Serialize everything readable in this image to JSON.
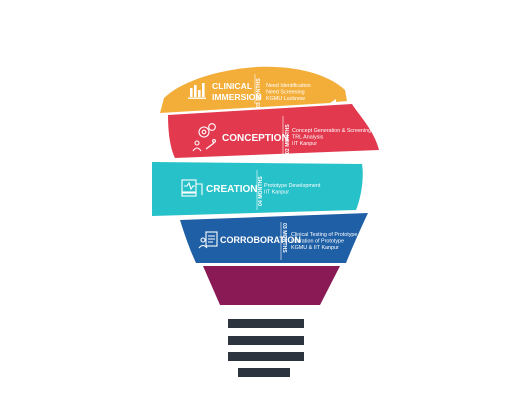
{
  "colors": {
    "immersion": "#f3ae3a",
    "conception": "#e2394e",
    "creation": "#26c1c9",
    "corroboration": "#1f5fa5",
    "neck": "#8a1a55",
    "base": "#2c3440"
  },
  "stages": [
    {
      "title_lines": [
        "CLINICAL",
        "IMMERSION"
      ],
      "duration": "03 MONTHS",
      "details": [
        "Need Identification",
        "Need Screening",
        "KGMU Lucknow"
      ],
      "icon": "bar-chart-icon"
    },
    {
      "title_lines": [
        "CONCEPTION"
      ],
      "duration": "02 MONTHS",
      "details": [
        "Concept Generation & Screening",
        "TRL Analysis",
        "IIT Kanpur"
      ],
      "icon": "gears-person-icon"
    },
    {
      "title_lines": [
        "CREATION"
      ],
      "duration": "04 MONTHS",
      "details": [
        "Prototype Development",
        "IIT Kanpur"
      ],
      "icon": "device-monitor-icon"
    },
    {
      "title_lines": [
        "CORROBORATION"
      ],
      "duration": "03 MONTHS",
      "details": [
        "Clinical Testing of Prototype",
        "Interation of Prototype",
        "KGMU & IIT Kanpur"
      ],
      "icon": "clipboard-person-icon"
    }
  ]
}
